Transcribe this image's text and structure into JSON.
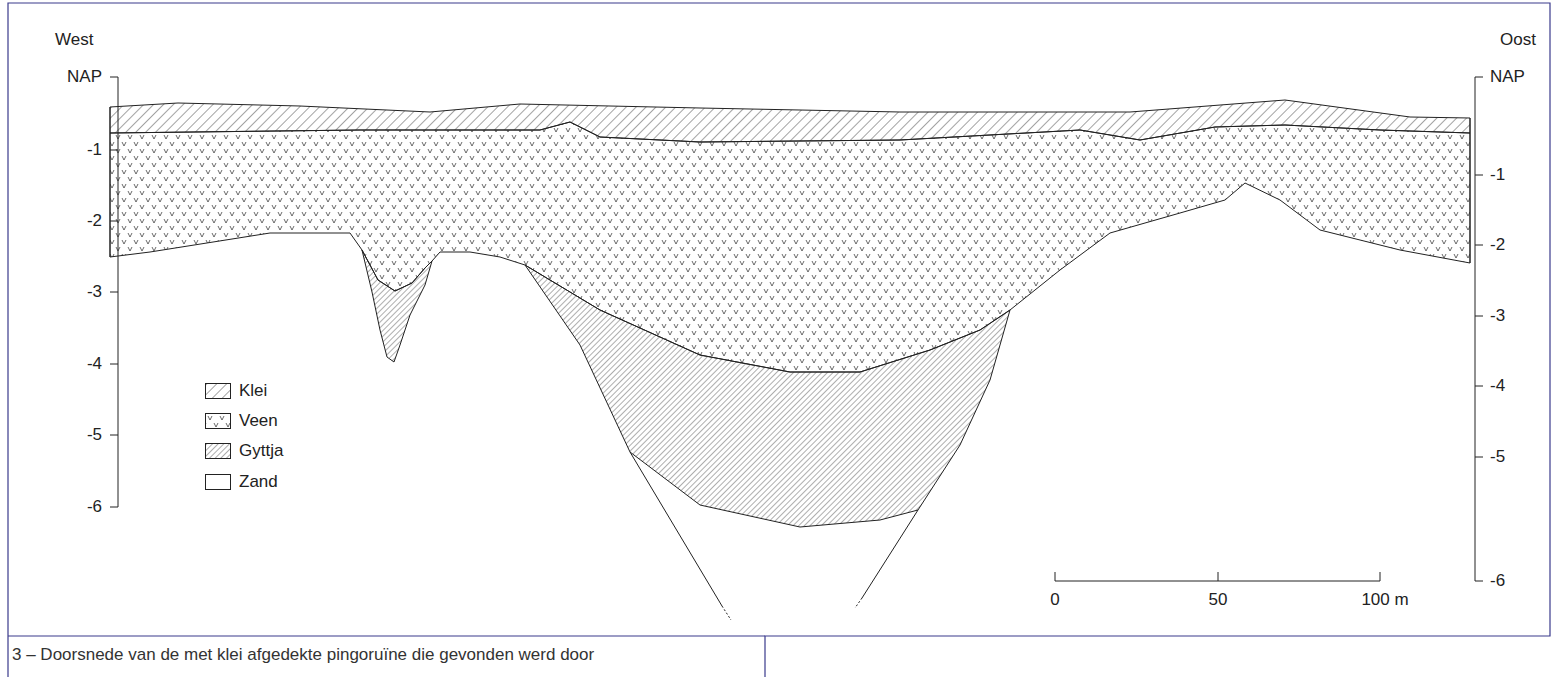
{
  "diagram": {
    "caption": "3 – Doorsnede van de met klei afgedekte pingoruïne die gevonden werd door",
    "labels": [
      "West",
      "Oost",
      "NAP",
      "NAP",
      "-1",
      "-2",
      "-3",
      "-4",
      "-5",
      "-6",
      "-1",
      "-2",
      "-3",
      "-4",
      "-5",
      "-6",
      "0",
      "50",
      "100 m"
    ],
    "legend": [
      {
        "text": "Klei"
      },
      {
        "text": "Veen"
      },
      {
        "text": "Gyttja"
      },
      {
        "text": "Zand",
        "color": "#ffffff"
      }
    ]
  }
}
